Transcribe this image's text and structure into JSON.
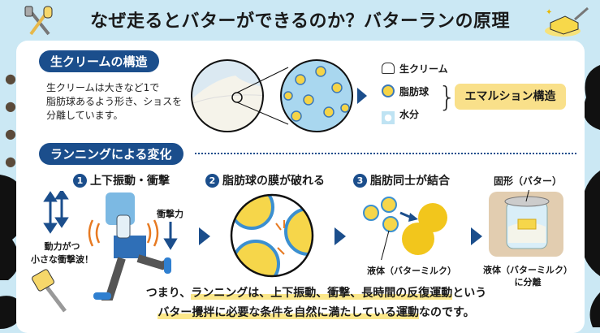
{
  "title": "なぜ走るとバターができるのか？バターランの原理",
  "section1": {
    "badge": "生クリームの構造",
    "description": [
      "生クリームは大きなど1で",
      "脂肪球あるよう形き、ショスを",
      "分離しています。"
    ],
    "legend": [
      {
        "icon": "cream-icon",
        "label": "生クリーム"
      },
      {
        "icon": "fat-globule-icon",
        "label": "脂肪球"
      },
      {
        "icon": "water-drop-icon",
        "label": "水分"
      }
    ],
    "emulsion_label": "エマルション構造"
  },
  "section2": {
    "badge": "ランニングによる変化",
    "steps": [
      {
        "num": "1",
        "label": "上下振動・衝撃"
      },
      {
        "num": "2",
        "label": "脂肪球の膜が破れる"
      },
      {
        "num": "3",
        "label": "脂肪同士が結合"
      }
    ],
    "power_label": [
      "動力がつ",
      "小さな衝撃波！"
    ],
    "impact_label": "衝撃力",
    "liquid_label": "液体（バターミルク）",
    "solid_label": "固形（バター）",
    "separate_label": [
      "液体（バターミルク）",
      "に分離"
    ]
  },
  "conclusion": {
    "line1": [
      "つまり、",
      "ランニングは、上下振動、衝撃、長時間の反復運動",
      "という"
    ],
    "line2": [
      "バター攪拌に必要な条件を自然に満たしている運動",
      "なのです。"
    ]
  },
  "colors": {
    "navy": "#1b4e8c",
    "sky": "#cbe8f4",
    "butter": "#f7d84a",
    "highlight": "#fbe78a"
  }
}
